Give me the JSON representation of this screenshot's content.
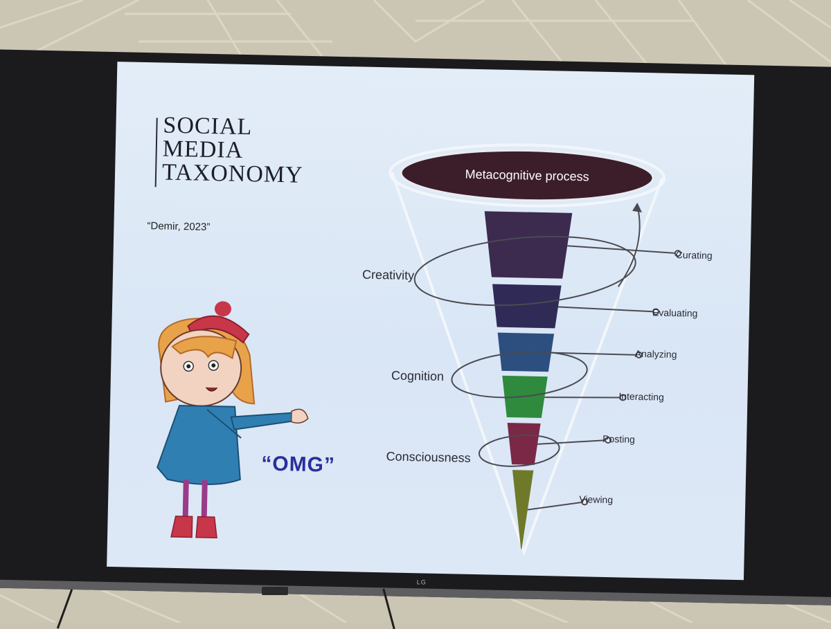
{
  "slide": {
    "title_lines": [
      "SOCIAL",
      "MEDIA",
      "TAXONOMY"
    ],
    "citation": "“Demir, 2023”",
    "exclamation": "“OMG”",
    "tv_brand": "LG"
  },
  "funnel": {
    "top_label": "Metacognitive process",
    "levels": [
      {
        "label": "Creativity"
      },
      {
        "label": "Cognition"
      },
      {
        "label": "Consciousness"
      }
    ],
    "stages": [
      {
        "label": "Curating",
        "color": "#3c2a4f"
      },
      {
        "label": "Evaluating",
        "color": "#2f2b56"
      },
      {
        "label": "Analyzing",
        "color": "#2d4f7f"
      },
      {
        "label": "Interacting",
        "color": "#2f8a3e"
      },
      {
        "label": "Posting",
        "color": "#7a2846"
      },
      {
        "label": "Viewing",
        "color": "#6e7a2a"
      }
    ],
    "top_color": "#3b1e2a"
  }
}
